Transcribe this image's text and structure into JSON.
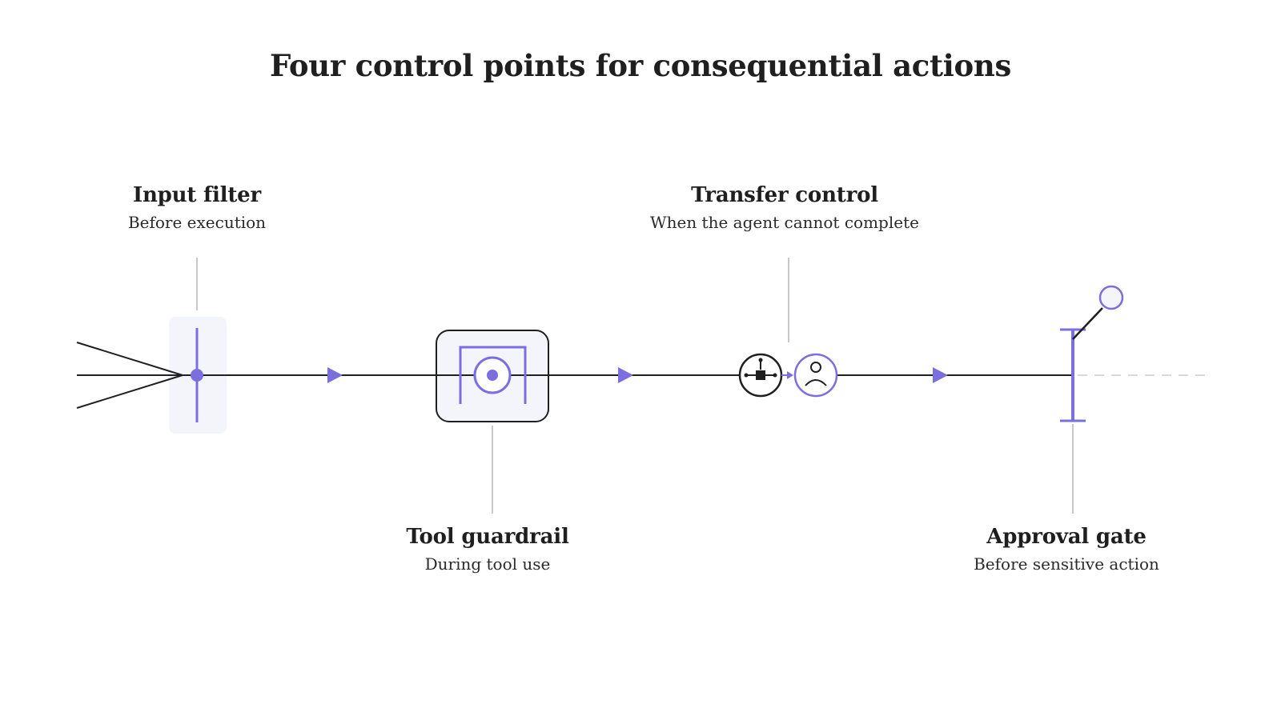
{
  "title": "Four control points for consequential actions",
  "control_points": [
    {
      "id": "input-filter",
      "name": "Input filter",
      "when": "Before execution"
    },
    {
      "id": "tool-guardrail",
      "name": "Tool guardrail",
      "when": "During tool use"
    },
    {
      "id": "transfer-control",
      "name": "Transfer control",
      "when": "When the agent cannot complete"
    },
    {
      "id": "approval-gate",
      "name": "Approval gate",
      "when": "Before sensitive action"
    }
  ],
  "colors": {
    "accent": "#7B6FE0",
    "line": "#1f1f1f",
    "connector": "#c8c8c8",
    "panel": "#F4F4FB",
    "dashed": "#d9d9d9"
  },
  "icons": {
    "input_filter": "filter-gate-icon",
    "tool_guardrail": "target-frame-icon",
    "agent": "agent-node-icon",
    "human": "person-icon",
    "approval_gate": "gate-lever-icon"
  }
}
